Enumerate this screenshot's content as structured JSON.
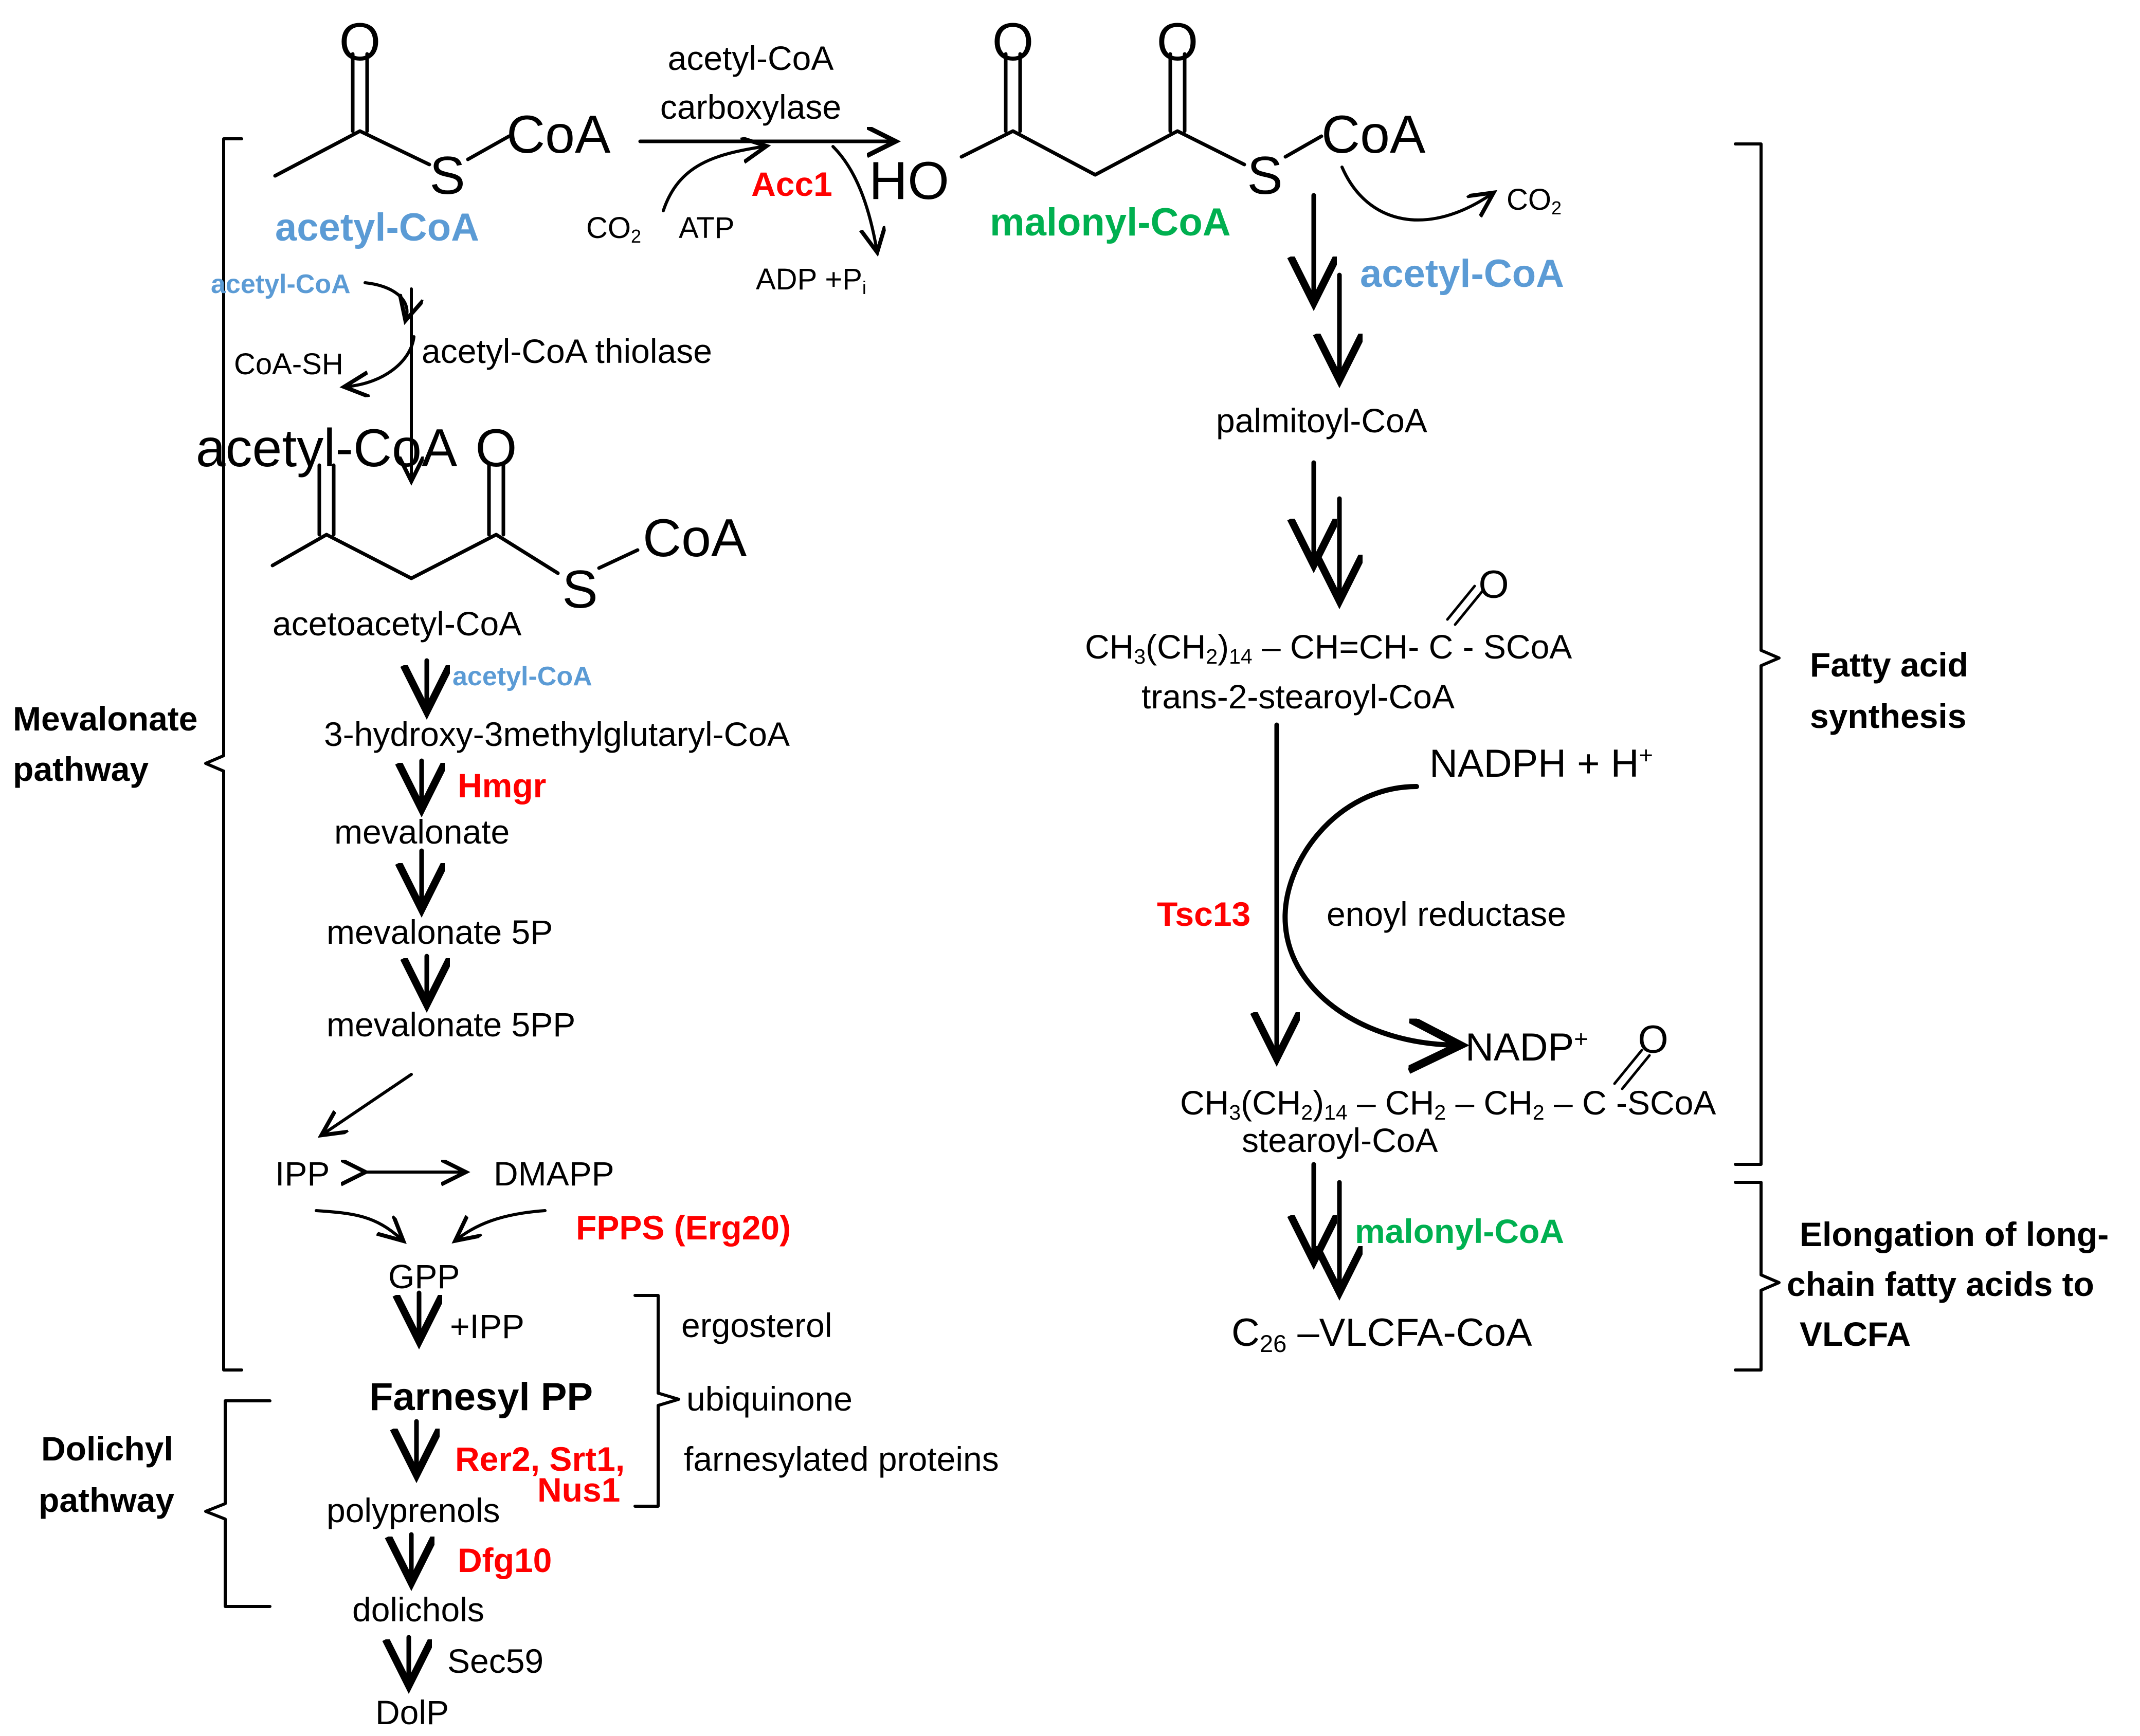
{
  "colors": {
    "enzyme": "#ff0000",
    "acetyl_coa": "#5b9bd5",
    "malonyl_coa": "#00b050",
    "ink": "#000000"
  },
  "top": {
    "o1": "O",
    "o2": "O",
    "o3": "O",
    "o4": "O",
    "s1": "S",
    "s2": "S",
    "s3": "S",
    "coa1": "CoA",
    "coa2": "CoA",
    "coa3": "CoA",
    "ho": "HO",
    "acc_name_1": "acetyl-CoA",
    "acc_name_2": "carboxylase",
    "acc1": "Acc1",
    "co2_left": "CO",
    "co2_left_sub": "2",
    "atp": "ATP",
    "adp": "ADP +P",
    "adp_sub": "i",
    "acetyl_coa": "acetyl-CoA",
    "malonyl_coa": "malonyl-CoA",
    "co2_right": "CO",
    "co2_right_sub": "2",
    "acetyl_coa_right": "acetyl-CoA"
  },
  "mevalonate": {
    "acetyl_coa_small": "acetyl-CoA",
    "coa_sh": "CoA-SH",
    "thiolase": "acetyl-CoA thiolase",
    "acetoacetyl": "acetoacetyl-CoA",
    "acetyl_coa_small2": "acetyl-CoA",
    "hmg": "3-hydroxy-3methylglutaryl-CoA",
    "hmgr": "Hmgr",
    "mevalonate": "mevalonate",
    "mevalonate_5p": "mevalonate 5P",
    "mevalonate_5pp": "mevalonate 5PP",
    "ipp": "IPP",
    "dmapp": "DMAPP",
    "fpps": "FPPS (Erg20)",
    "gpp": "GPP",
    "plus_ipp": "+IPP",
    "farnesyl": "Farnesyl PP",
    "ergosterol": "ergosterol",
    "ubiquinone": "ubiquinone",
    "farnesylated": "farnesylated proteins",
    "rer2_1": "Rer2, Srt1,",
    "rer2_2": "Nus1",
    "polyprenols": "polyprenols",
    "dfg10": "Dfg10",
    "dolichols": "dolichols",
    "sec59": "Sec59",
    "dolp": "DolP"
  },
  "fatty": {
    "palmitoyl": "palmitoyl-CoA",
    "trans_formula_a": "CH",
    "trans_formula_a_sub": "3",
    "trans_formula_b": "(CH",
    "trans_formula_b_sub": "2",
    "trans_formula_c": ")",
    "trans_formula_c_sub": "14",
    "trans_formula_d": " – CH=CH-  C - SCoA",
    "trans_o": "O",
    "trans_name": "trans-2-stearoyl-CoA",
    "nadph": "NADPH + H",
    "nadph_sup": "+",
    "tsc13": "Tsc13",
    "enoyl": "enoyl reductase",
    "nadp": "NADP",
    "nadp_sup": "+",
    "st_formula_a": "CH",
    "st_formula_a_sub": "3",
    "st_formula_b": "(CH",
    "st_formula_b_sub": "2",
    "st_formula_c": ")",
    "st_formula_c_sub": "14",
    "st_formula_d": " – CH",
    "st_formula_d_sub": "2",
    "st_formula_e": " – CH",
    "st_formula_e_sub": "2",
    "st_formula_f": " – C -SCoA",
    "st_o": "O",
    "stearoyl": "stearoyl-CoA",
    "malonyl": "malonyl-CoA",
    "vlcfa_a": "C",
    "vlcfa_sub": "26",
    "vlcfa_b": " –VLCFA-CoA"
  },
  "brackets": {
    "mev_1": "Mevalonate",
    "mev_2": "pathway",
    "dol_1": "Dolichyl",
    "dol_2": "pathway",
    "fas_1": "Fatty acid",
    "fas_2": "synthesis",
    "elo_1": "Elongation of long-",
    "elo_2": "chain fatty acids to",
    "elo_3": "VLCFA"
  }
}
